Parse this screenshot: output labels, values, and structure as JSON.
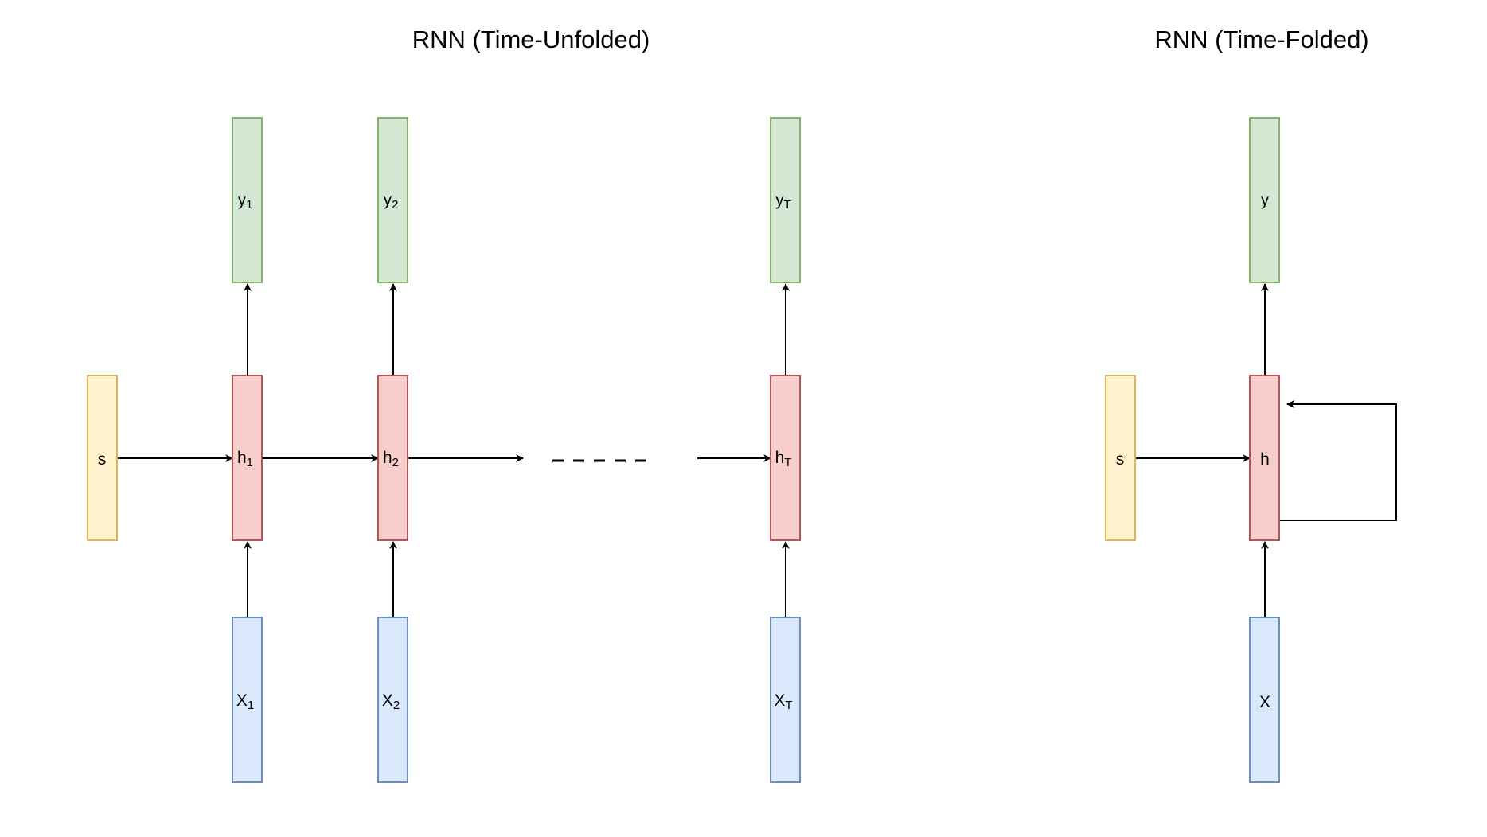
{
  "titles": {
    "unfolded": "RNN (Time-Unfolded)",
    "folded": "RNN (Time-Folded)"
  },
  "colors": {
    "state_fill": "#fff2cc",
    "state_stroke": "#d6b656",
    "hidden_fill": "#f8cecc",
    "hidden_stroke": "#b85450",
    "output_fill": "#d5e8d4",
    "output_stroke": "#82b366",
    "input_fill": "#dae8fc",
    "input_stroke": "#6c8ebf"
  },
  "unfolded": {
    "s": {
      "base": "s",
      "sub": ""
    },
    "outputs": [
      {
        "base": "y",
        "sub": "1"
      },
      {
        "base": "y",
        "sub": "2"
      },
      {
        "base": "y",
        "sub": "T"
      }
    ],
    "hidden": [
      {
        "base": "h",
        "sub": "1"
      },
      {
        "base": "h",
        "sub": "2"
      },
      {
        "base": "h",
        "sub": "T"
      }
    ],
    "inputs": [
      {
        "base": "X",
        "sub": "1"
      },
      {
        "base": "X",
        "sub": "2"
      },
      {
        "base": "X",
        "sub": "T"
      }
    ]
  },
  "folded": {
    "s": {
      "base": "s",
      "sub": ""
    },
    "output": {
      "base": "y",
      "sub": ""
    },
    "hidden": {
      "base": "h",
      "sub": ""
    },
    "input": {
      "base": "X",
      "sub": ""
    }
  }
}
